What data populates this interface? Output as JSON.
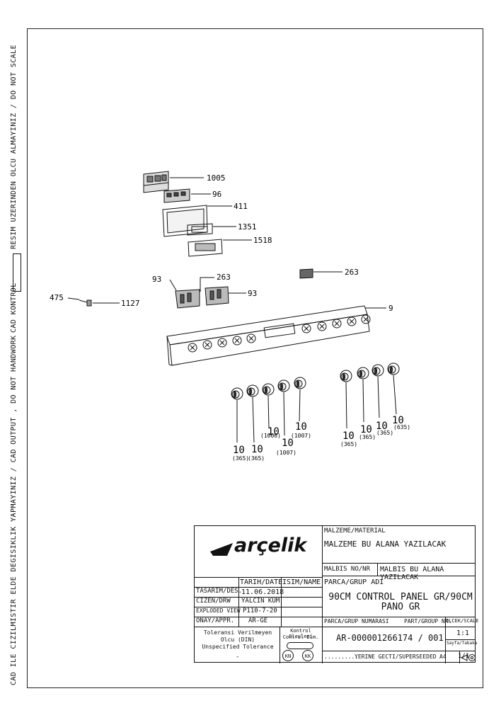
{
  "side_notes": {
    "top": "RESIM UZERINDEN OLCU ALMAYINIZ / DO NOT SCALE",
    "middle": "CAD KONTROL",
    "bottom_a": "CAD ILE CIZILMISTIR ELDE DEGISIKLIK YAPMAYINIZ / CAD OUTPUT , DO NOT HANDWORK"
  },
  "callouts": {
    "c1005": "1005",
    "c96": "96",
    "c411": "411",
    "c1351": "1351",
    "c1518": "1518",
    "c263a": "263",
    "c263b": "263",
    "c93a": "93",
    "c93b": "93",
    "c475": "475",
    "c1127": "1127",
    "c9": "9"
  },
  "knob_labels": [
    {
      "num": "10",
      "code": "(365)"
    },
    {
      "num": "10",
      "code": "(365)"
    },
    {
      "num": "10",
      "code": "(1006)"
    },
    {
      "num": "10",
      "code": "(1007)"
    },
    {
      "num": "10",
      "code": "(1007)"
    },
    {
      "num": "10",
      "code": "(365)"
    },
    {
      "num": "10",
      "code": "(365)"
    },
    {
      "num": "10",
      "code": "(365)"
    },
    {
      "num": "10",
      "code": "(635)"
    }
  ],
  "title_block": {
    "brand": "arçelik",
    "material_label": "MALZEME/MATERIAL",
    "material_value": "MALZEME BU ALANA YAZILACAK",
    "malbis_label": "MALBIS NO/NR",
    "malbis_value": "MALBIS BU ALANA YAZILACAK",
    "date_header": "TARIH/DATE",
    "name_header": "ISIM/NAME",
    "part_name_label": "PARCA/GRUP ADI",
    "part_name": "90CM CONTROL PANEL GR/90CM PANO GR",
    "rows": [
      {
        "role": "TASARIM/DES.",
        "date": "11.06.2018",
        "name": ""
      },
      {
        "role": "CIZEN/DRW",
        "date": "YALCIN KUM",
        "name": ""
      },
      {
        "role": "EXPLODED VIEW",
        "date": "P110-7-20",
        "name": ""
      },
      {
        "role": "ONAY/APPR.",
        "date": "AR-GE",
        "name": ""
      }
    ],
    "part_no_label": "PARCA/GRUP NUMARASI",
    "part_no_label_en": "PART/GROUP NR.",
    "part_no": "AR-000001266174 / 001",
    "scale_label": "OLCEK/SCALE",
    "scale": "1:1",
    "sheet_label": "Sayfa/Tabaka",
    "sheet": "1/1",
    "tolerance_line1": "Toleransi Verilmeyen",
    "tolerance_line2": "Olcu (DIN)",
    "tolerance_line3": "Unspecified Tolerance",
    "tolerance_value": "-",
    "control_label1": "Kontrol Olculeri",
    "control_label2": "Control Dim.",
    "kn": "KN",
    "kk": "KK",
    "superseded": "YERINE GECTI/SUPERSEEDED",
    "paper": "A4"
  }
}
